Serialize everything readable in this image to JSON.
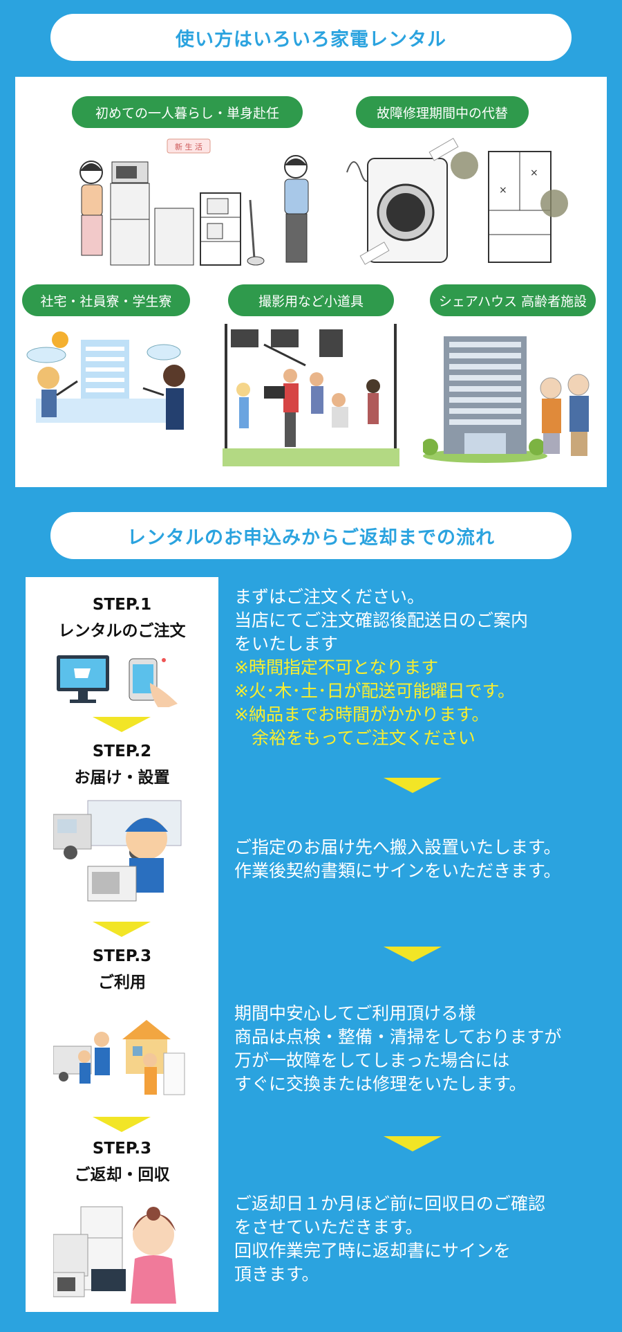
{
  "header1": "使い方はいろいろ家電レンタル",
  "usage_tags": [
    "初めての一人暮らし・単身赴任",
    "故障修理期間中の代替",
    "社宅・社員寮・学生寮",
    "撮影用など小道具",
    "シェアハウス 高齢者施設"
  ],
  "illus_note": "新 生 活",
  "header2": "レンタルのお申込みからご返却までの流れ",
  "steps": [
    {
      "num": "STEP.1",
      "name": "レンタルのご注文",
      "lines": [
        "まずはご注文ください。",
        "当店にてご注文確認後配送日のご案内",
        "をいたします"
      ],
      "notes": [
        "※時間指定不可となります",
        "※火･木･土･日が配送可能曜日です。",
        "※納品までお時間がかかります。",
        "　余裕をもってご注文ください"
      ]
    },
    {
      "num": "STEP.2",
      "name": "お届け・設置",
      "lines": [
        "ご指定のお届け先へ搬入設置いたします。",
        "作業後契約書類にサインをいただきます。"
      ]
    },
    {
      "num": "STEP.3",
      "name": "ご利用",
      "lines": [
        "期間中安心してご利用頂ける様",
        "商品は点検・整備・清掃をしておりますが",
        "万が一故障をしてしまった場合には",
        "すぐに交換または修理をいたします。"
      ]
    },
    {
      "num": "STEP.3",
      "name": "ご返却・回収",
      "lines": [
        "ご返却日１か月ほど前に回収日のご確認",
        "をさせていただきます。",
        "回収作業完了時に返却書にサインを",
        "頂きます。"
      ]
    }
  ],
  "colors": {
    "background": "#2ba3df",
    "tag_green": "#2f9a4c",
    "note_yellow": "#fbef2e",
    "arrow_yellow": "#f2e526"
  }
}
